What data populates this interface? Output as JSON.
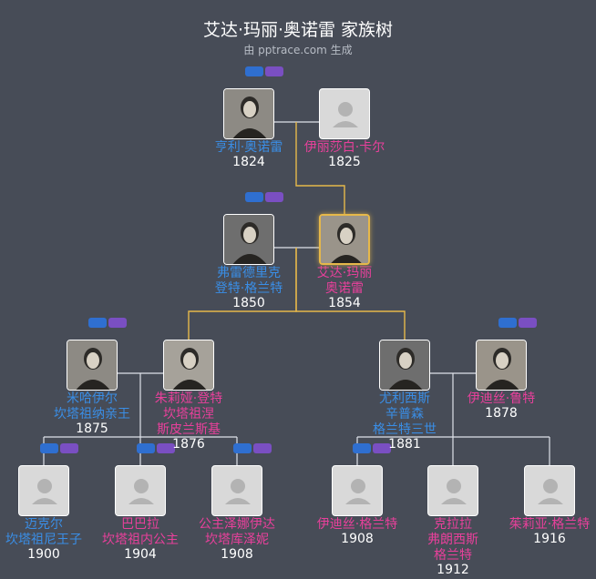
{
  "header": {
    "title": "艾达·玛丽·奥诺雷 家族树",
    "subtitle": "由 pptrace.com 生成"
  },
  "colors": {
    "male": "#3a8ee6",
    "female": "#e8409b",
    "line": "#e6b84a",
    "highlight": "#e6b84a"
  },
  "persons": [
    {
      "id": "p1",
      "name_lines": [
        "亨利·奥诺雷"
      ],
      "year": "1824",
      "gender": "male",
      "photo": "portrait"
    },
    {
      "id": "p2",
      "name_lines": [
        "伊丽莎白·卡尔"
      ],
      "year": "1825",
      "gender": "female",
      "photo": "placeholder"
    },
    {
      "id": "p3",
      "name_lines": [
        "弗雷德里克",
        "登特·格兰特"
      ],
      "year": "1850",
      "gender": "male",
      "photo": "portrait"
    },
    {
      "id": "p4",
      "name_lines": [
        "艾达·玛丽",
        "奥诺雷"
      ],
      "year": "1854",
      "gender": "female",
      "photo": "portrait",
      "selected": true
    },
    {
      "id": "p5",
      "name_lines": [
        "米哈伊尔",
        "坎塔祖纳亲王"
      ],
      "year": "1875",
      "gender": "male",
      "photo": "portrait"
    },
    {
      "id": "p6",
      "name_lines": [
        "朱莉娅·登特",
        "坎塔祖涅",
        "斯皮兰斯基"
      ],
      "year": "1876",
      "gender": "female",
      "photo": "portrait"
    },
    {
      "id": "p7",
      "name_lines": [
        "尤利西斯",
        "辛普森",
        "格兰特三世"
      ],
      "year": "1881",
      "gender": "male",
      "photo": "portrait"
    },
    {
      "id": "p8",
      "name_lines": [
        "伊迪丝·鲁特"
      ],
      "year": "1878",
      "gender": "female",
      "photo": "portrait"
    },
    {
      "id": "p9",
      "name_lines": [
        "迈克尔",
        "坎塔祖尼王子"
      ],
      "year": "1900",
      "gender": "male",
      "photo": "placeholder"
    },
    {
      "id": "p10",
      "name_lines": [
        "巴巴拉",
        "坎塔祖内公主"
      ],
      "year": "1904",
      "gender": "female",
      "photo": "placeholder"
    },
    {
      "id": "p11",
      "name_lines": [
        "公主泽娜伊达",
        "坎塔库泽妮"
      ],
      "year": "1908",
      "gender": "female",
      "photo": "placeholder"
    },
    {
      "id": "p12",
      "name_lines": [
        "伊迪丝·格兰特"
      ],
      "year": "1908",
      "gender": "female",
      "photo": "placeholder"
    },
    {
      "id": "p13",
      "name_lines": [
        "克拉拉",
        "弗朗西斯",
        "格兰特"
      ],
      "year": "1912",
      "gender": "female",
      "photo": "placeholder"
    },
    {
      "id": "p14",
      "name_lines": [
        "茱莉亚·格兰特"
      ],
      "year": "1916",
      "gender": "female",
      "photo": "placeholder"
    }
  ]
}
